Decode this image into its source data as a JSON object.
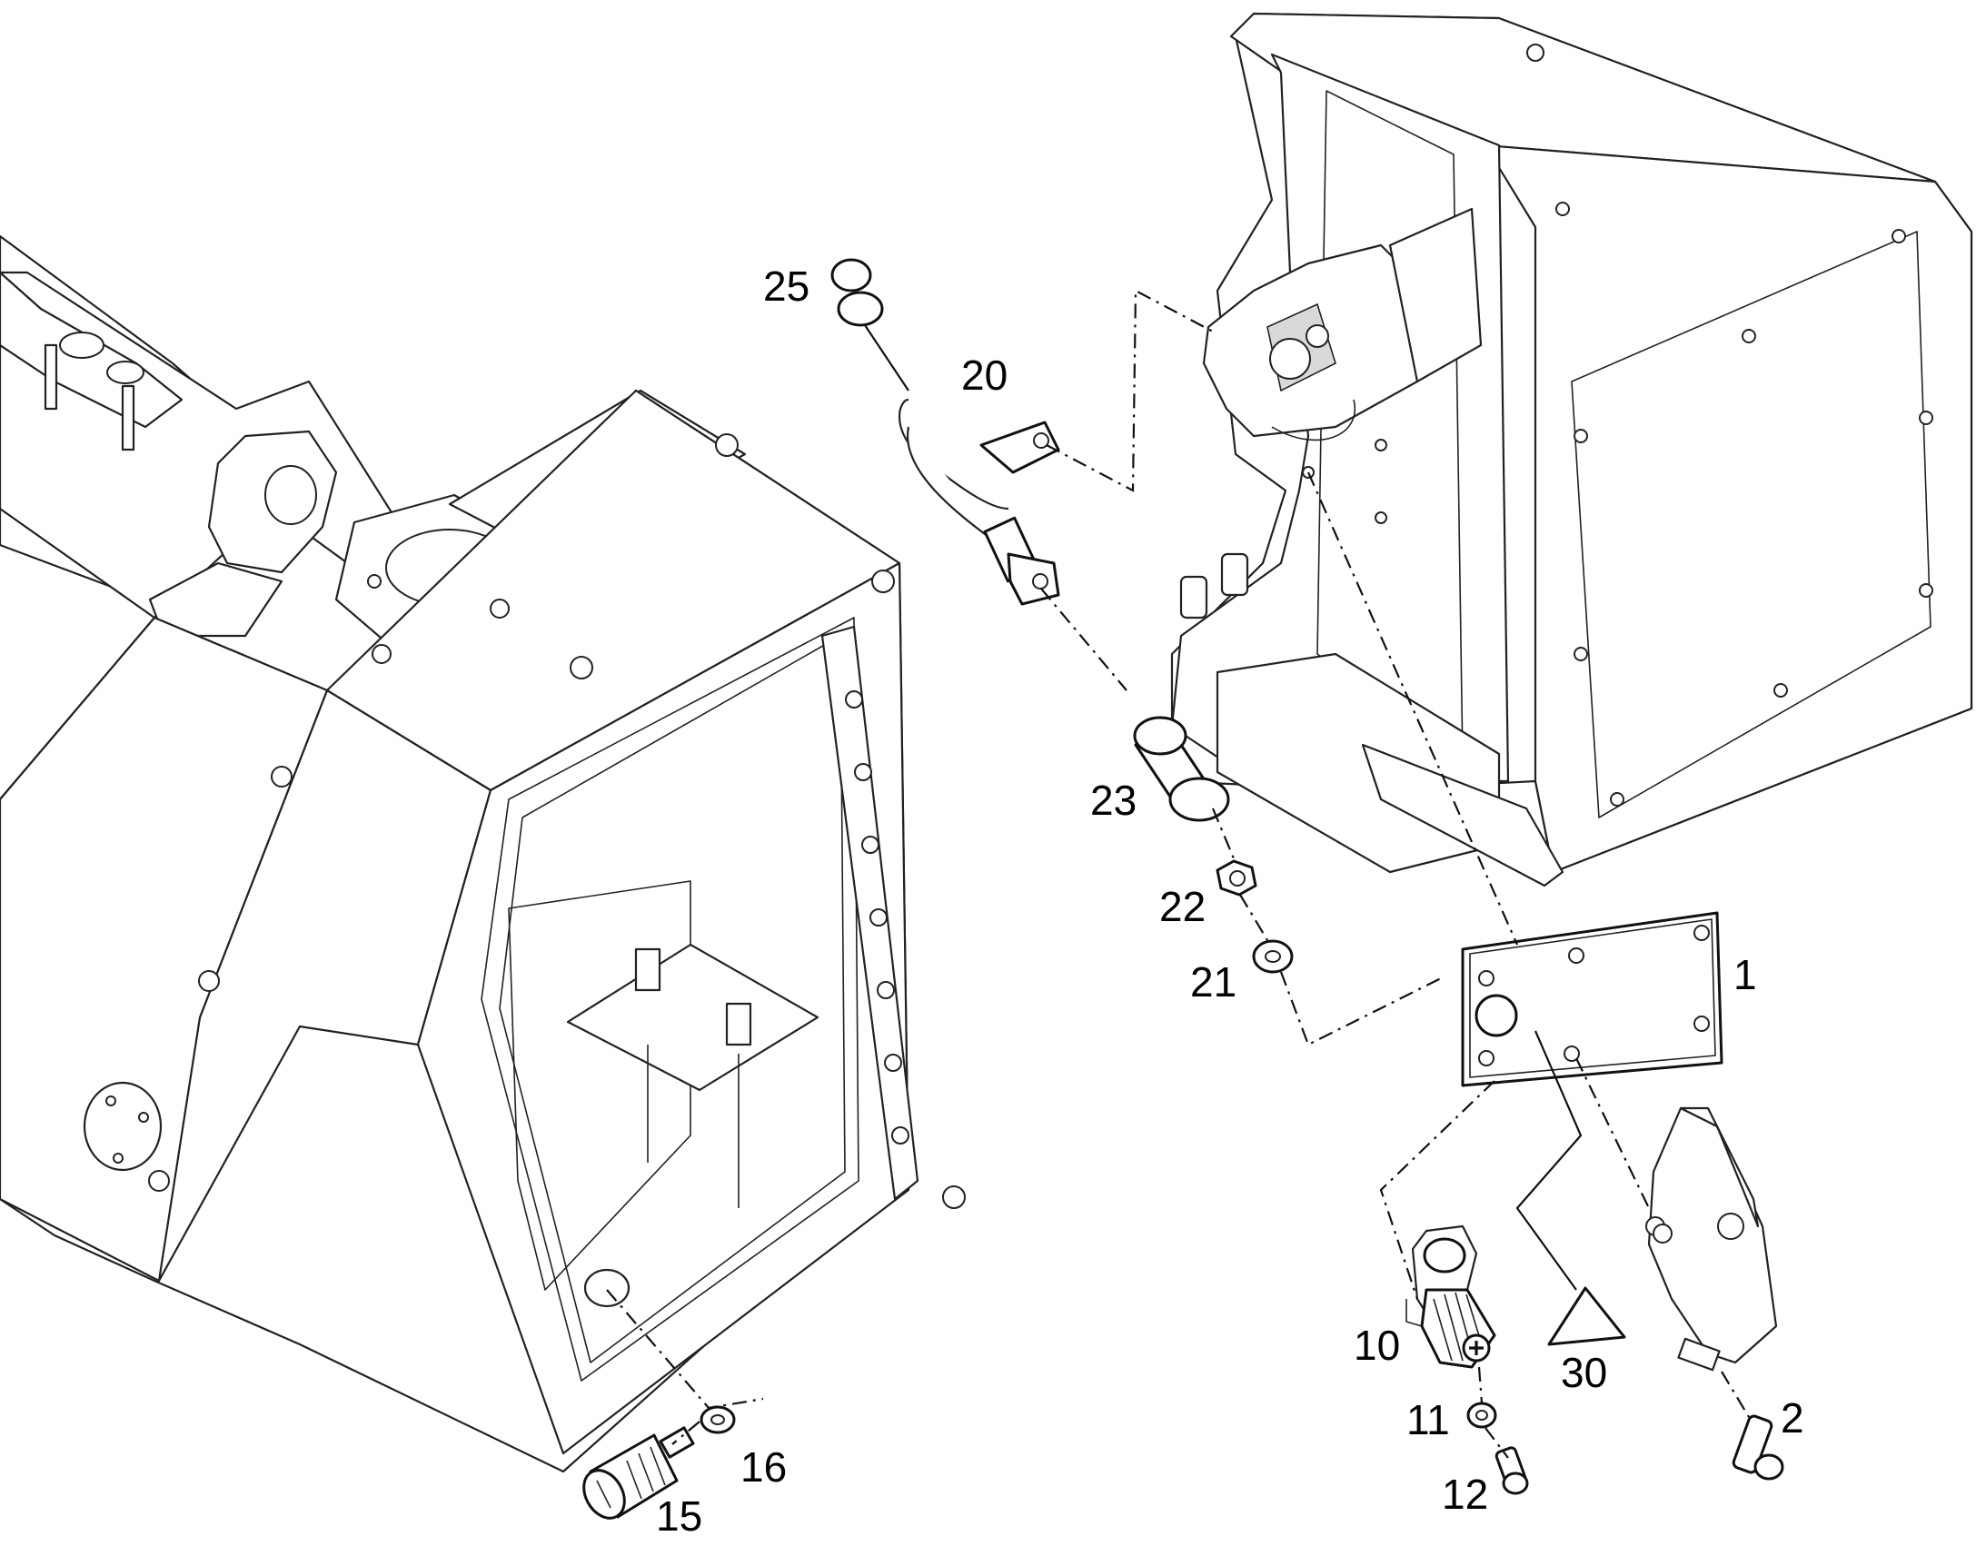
{
  "callouts": {
    "p1": "1",
    "p2": "2",
    "p10": "10",
    "p11": "11",
    "p12": "12",
    "p15": "15",
    "p16": "16",
    "p20": "20",
    "p21": "21",
    "p22": "22",
    "p23": "23",
    "p25": "25",
    "p30": "30"
  },
  "colors": {
    "line": "#222222",
    "background": "#ffffff",
    "shade": "#d9d9d9"
  }
}
